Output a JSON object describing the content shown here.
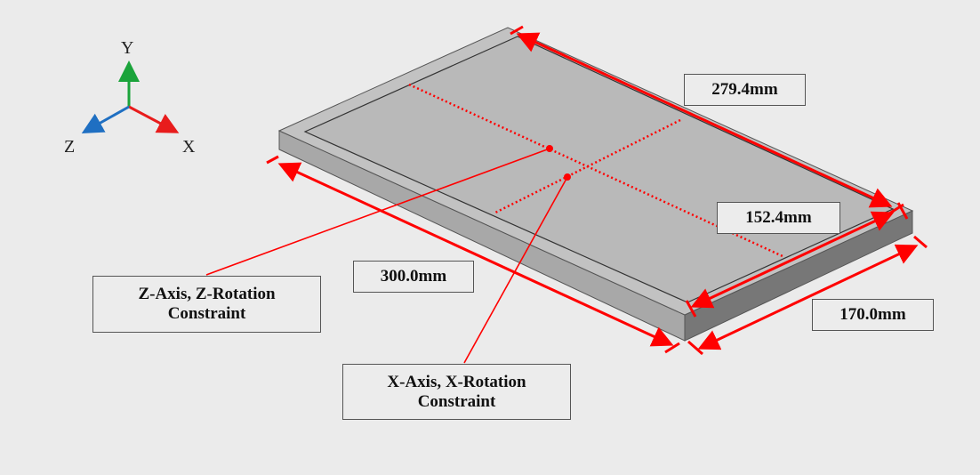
{
  "axes": {
    "y": "Y",
    "x": "X",
    "z": "Z"
  },
  "dimensions": {
    "inner_length": "279.4mm",
    "inner_width": "152.4mm",
    "outer_length": "300.0mm",
    "outer_width": "170.0mm"
  },
  "constraints": {
    "z_axis": "Z-Axis, Z-Rotation Constraint",
    "x_axis": "X-Axis, X-Rotation Constraint"
  },
  "colors": {
    "accent": "#ff0000",
    "y_axis": "#1aa33a",
    "x_axis": "#e81c1c",
    "z_axis": "#1f6fc2",
    "plate_top": "#bdbdbd",
    "plate_side": "#a9a9a9",
    "plate_front": "#7a7a7a"
  }
}
